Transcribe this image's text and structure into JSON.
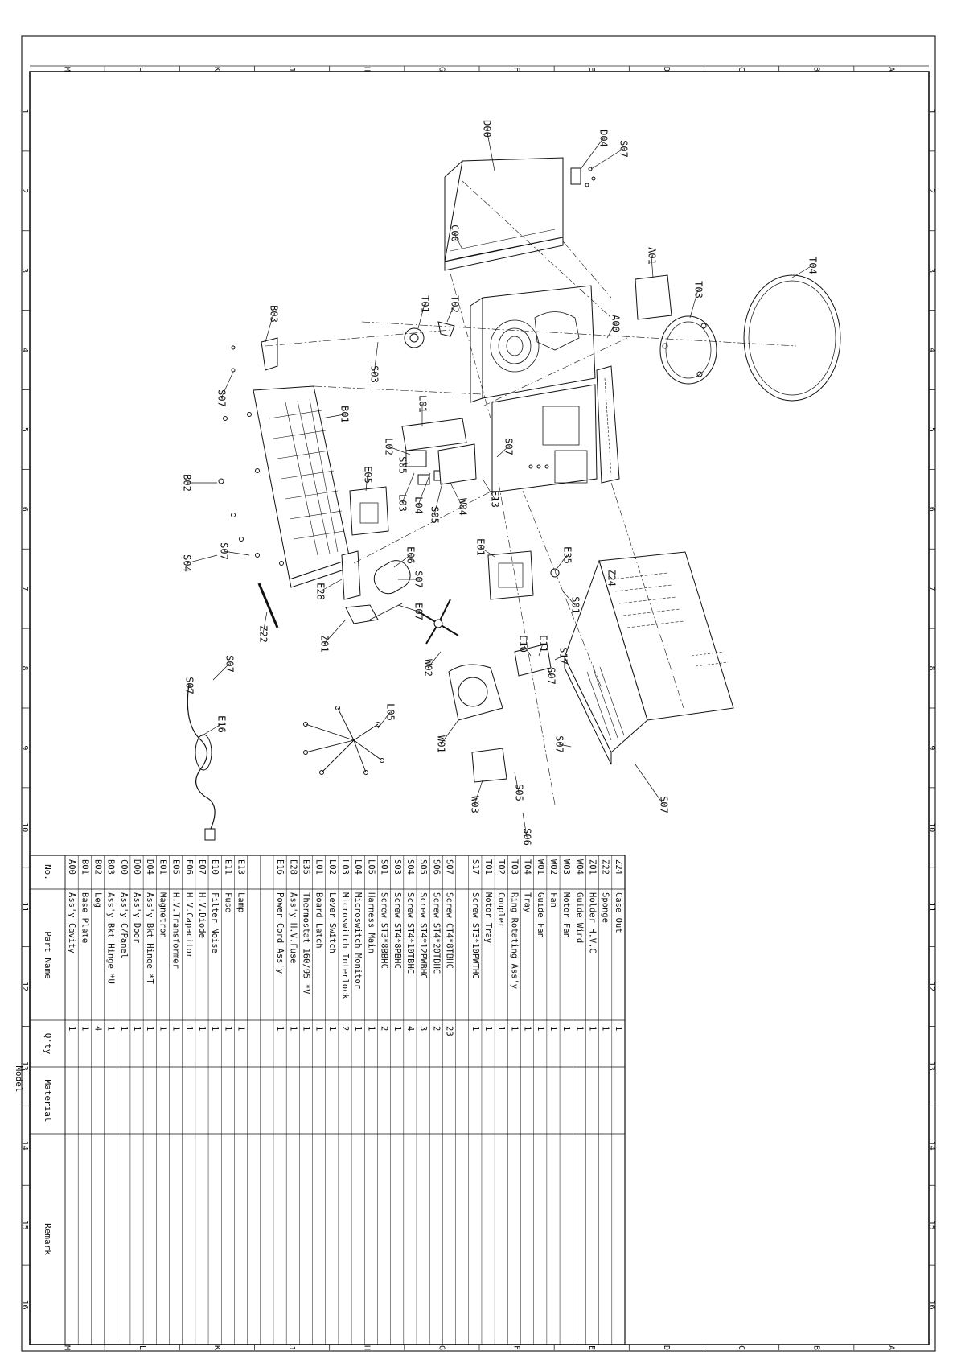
{
  "ruler": {
    "letters": [
      "M",
      "L",
      "K",
      "J",
      "H",
      "G",
      "F",
      "E",
      "D",
      "C",
      "B",
      "A"
    ],
    "numbers": [
      "1",
      "2",
      "3",
      "4",
      "5",
      "6",
      "7",
      "8",
      "9",
      "10",
      "11",
      "12",
      "13",
      "14",
      "15",
      "16"
    ]
  },
  "callouts": [
    "D00",
    "D04",
    "S07",
    "C00",
    "A01",
    "T04",
    "T03",
    "A00",
    "B03",
    "T01",
    "T02",
    "S07",
    "S03",
    "L01",
    "B01",
    "S07",
    "L02",
    "S05",
    "L03",
    "L04",
    "S05",
    "W04",
    "E13",
    "E05",
    "B02",
    "E06",
    "E35",
    "E01",
    "S07",
    "S04",
    "S07",
    "E28",
    "E07",
    "S01",
    "Z24",
    "Z01",
    "Z22",
    "S07",
    "E10",
    "E11",
    "S17",
    "S07",
    "W02",
    "S07",
    "L05",
    "E16",
    "W01",
    "S07",
    "S05",
    "W03",
    "S06",
    "S07"
  ],
  "table": {
    "headers": {
      "no": "No.",
      "part_name": "Part Name",
      "qty": "Q'ty",
      "material": "Material",
      "remark": "Remark"
    },
    "model_label": "Model",
    "rows": [
      {
        "no": "Z24",
        "name": "Case Out",
        "qty": "1"
      },
      {
        "no": "Z22",
        "name": "Sponge",
        "qty": "1"
      },
      {
        "no": "Z01",
        "name": "Holder H.V.C",
        "qty": "1"
      },
      {
        "no": "W04",
        "name": "Guide Wind",
        "qty": "1"
      },
      {
        "no": "W03",
        "name": "Motor Fan",
        "qty": "1"
      },
      {
        "no": "W02",
        "name": "Fan",
        "qty": "1"
      },
      {
        "no": "W01",
        "name": "Guide Fan",
        "qty": "1"
      },
      {
        "no": "T04",
        "name": "Tray",
        "qty": "1"
      },
      {
        "no": "T03",
        "name": "Ring Rotating Ass'y",
        "qty": "1"
      },
      {
        "no": "T02",
        "name": "Coupler",
        "qty": "1"
      },
      {
        "no": "T01",
        "name": "Motor Tray",
        "qty": "1"
      },
      {
        "no": "S17",
        "name": "Screw ST3*10PWTHC",
        "qty": "1"
      },
      {
        "no": "",
        "name": "",
        "qty": ""
      },
      {
        "no": "S07",
        "name": "Screw CT4*8TBHC",
        "qty": "23"
      },
      {
        "no": "S06",
        "name": "Screw ST4*20TBHC",
        "qty": "2"
      },
      {
        "no": "S05",
        "name": "Screw ST4*12PWBHC",
        "qty": "3"
      },
      {
        "no": "S04",
        "name": "Screw ST4*10TBHC",
        "qty": "4"
      },
      {
        "no": "S03",
        "name": "Screw ST4*8PBHC",
        "qty": "1"
      },
      {
        "no": "S01",
        "name": "Screw ST3*8BBHC",
        "qty": "2"
      },
      {
        "no": "L05",
        "name": "Harness Main",
        "qty": "1"
      },
      {
        "no": "L04",
        "name": "Microswitch Monitor",
        "qty": "1"
      },
      {
        "no": "L03",
        "name": "Microswitch Interlock",
        "qty": "2"
      },
      {
        "no": "L02",
        "name": "Lever Switch",
        "qty": "1"
      },
      {
        "no": "L01",
        "name": "Board Latch",
        "qty": "1"
      },
      {
        "no": "E35",
        "name": "Thermostat 160/95 *V",
        "qty": "1"
      },
      {
        "no": "E28",
        "name": "Ass'y H.V.Fuse",
        "qty": "1"
      },
      {
        "no": "E16",
        "name": "Power Cord Ass'y",
        "qty": "1"
      },
      {
        "no": "",
        "name": "",
        "qty": ""
      },
      {
        "no": "",
        "name": "",
        "qty": ""
      },
      {
        "no": "E13",
        "name": "Lamp",
        "qty": "1"
      },
      {
        "no": "E11",
        "name": "Fuse",
        "qty": "1"
      },
      {
        "no": "E10",
        "name": "Filter Noise",
        "qty": "1"
      },
      {
        "no": "E07",
        "name": "H.V.Diode",
        "qty": "1"
      },
      {
        "no": "E06",
        "name": "H.V.Capacitor",
        "qty": "1"
      },
      {
        "no": "E05",
        "name": "H.V.Transformer",
        "qty": "1"
      },
      {
        "no": "E01",
        "name": "Magnetron",
        "qty": "1"
      },
      {
        "no": "D04",
        "name": "Ass'y Bkt Hinge *T",
        "qty": "1"
      },
      {
        "no": "D00",
        "name": "Ass'y Door",
        "qty": "1"
      },
      {
        "no": "C00",
        "name": "Ass'y C/Panel",
        "qty": "1"
      },
      {
        "no": "B03",
        "name": "Ass'y Bkt Hinge *U",
        "qty": "1"
      },
      {
        "no": "B02",
        "name": "Leg",
        "qty": "4"
      },
      {
        "no": "B01",
        "name": "Base Plate",
        "qty": "1"
      },
      {
        "no": "A00",
        "name": "Ass'y Cavity",
        "qty": "1"
      }
    ]
  }
}
